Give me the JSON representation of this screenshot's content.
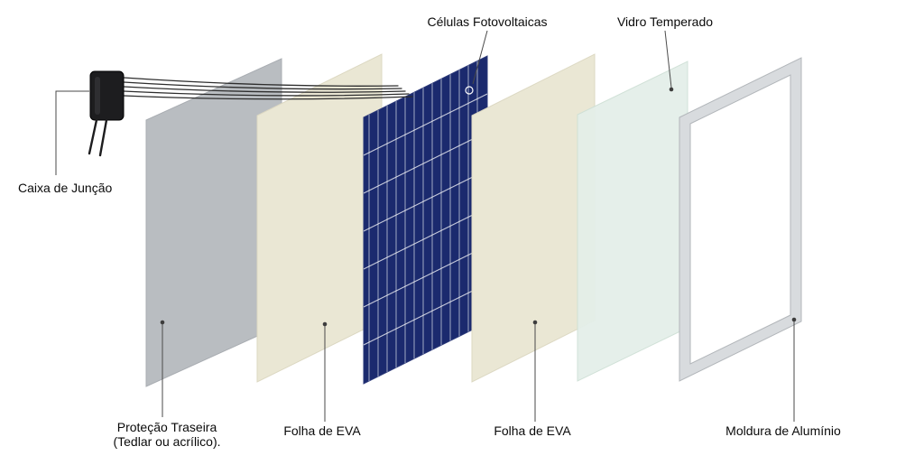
{
  "figure": {
    "labels": {
      "cells": "Células Fotovoltaicas",
      "tempered_glass": "Vidro Temperado",
      "junction_box": "Caixa de Junção",
      "back_protection_line1": "Proteção Traseira",
      "back_protection_line2": "(Tedlar ou acrílico).",
      "eva_sheet_left": "Folha de EVA",
      "eva_sheet_right": "Folha de EVA",
      "aluminum_frame": "Moldura de Alumínio"
    },
    "colors": {
      "background": "#ffffff",
      "backsheet": "#b9bdc1",
      "eva_sheet": "#eae7d4",
      "pv_cells": "#1b2a6e",
      "pv_cells_grid": "#ffffff",
      "tempered_glass": "#e4efe9",
      "aluminum_frame": "#d8dbde",
      "junction_box": "#1d1d1f",
      "wire": "#2e2e2e",
      "leader_line": "#4a4a4a"
    }
  }
}
